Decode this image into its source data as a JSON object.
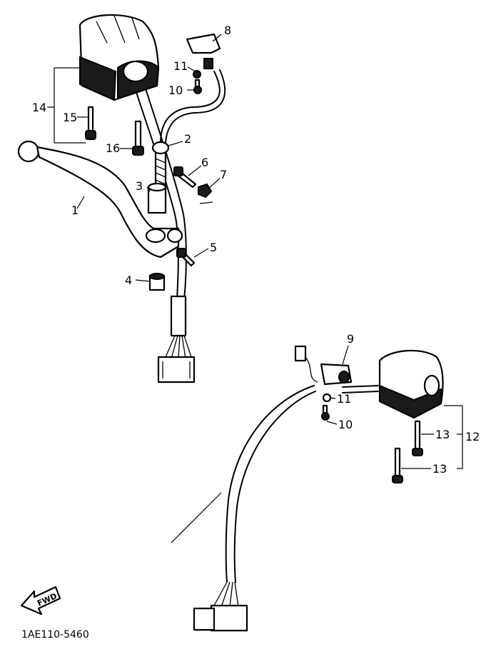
{
  "parts": {
    "p1": "1",
    "p2": "2",
    "p3": "3",
    "p4": "4",
    "p5": "5",
    "p6": "6",
    "p7": "7",
    "p8": "8",
    "p9": "9",
    "p10a": "10",
    "p10b": "10",
    "p11a": "11",
    "p11b": "11",
    "p12": "12",
    "p13a": "13",
    "p13b": "13",
    "p14": "14",
    "p15": "15",
    "p16": "16"
  },
  "fwd_label": "FWD",
  "drawing_code": "1AE110-5460"
}
